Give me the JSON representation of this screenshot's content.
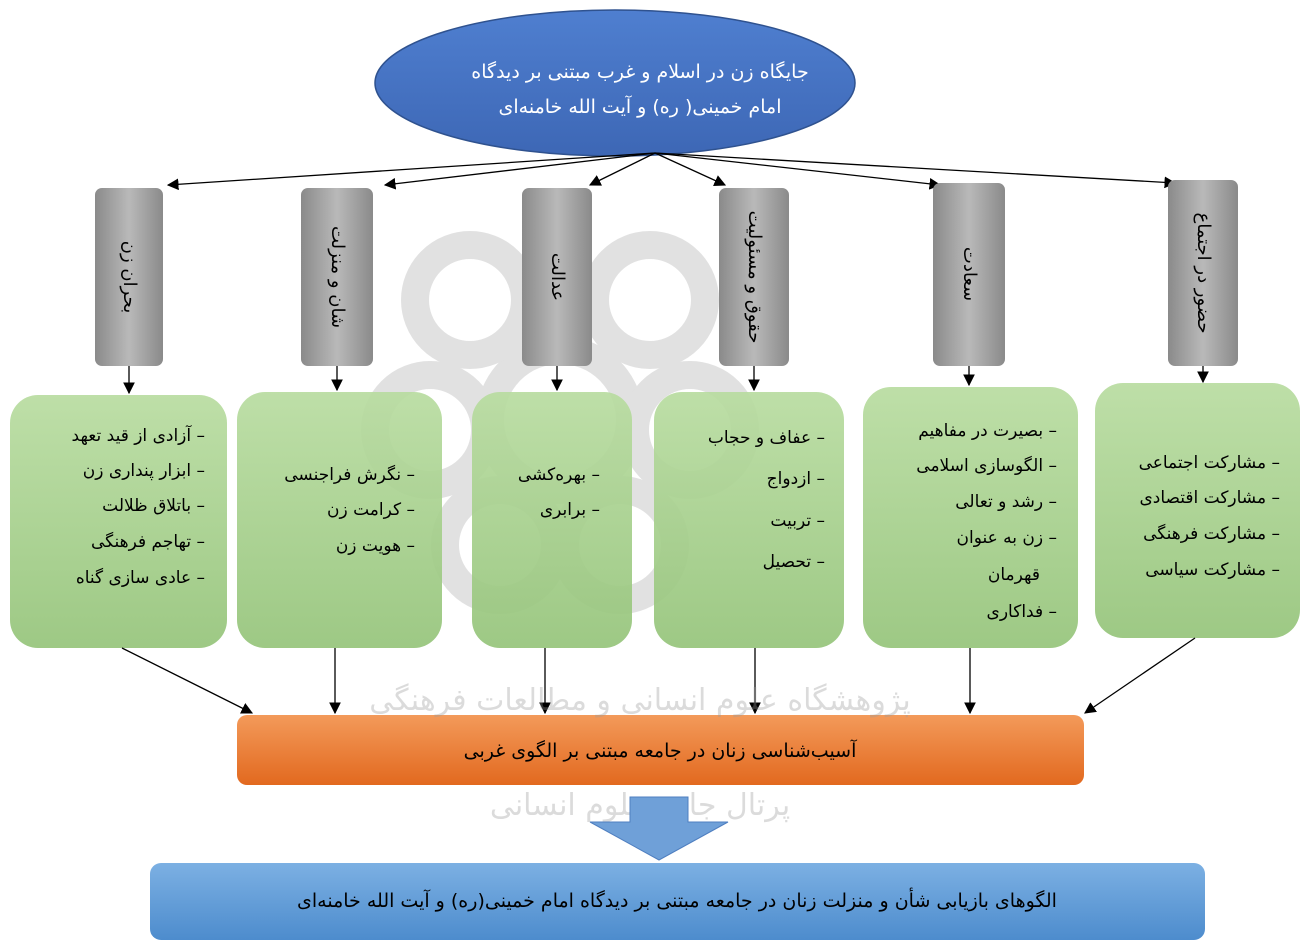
{
  "root": {
    "lines": [
      "جایگاه زن در اسلام و غرب مبتنی بر دیدگاه",
      "امام خمینی( ره) و آیت الله خامنه‌ای"
    ]
  },
  "pillars": [
    {
      "label": "بحران زن",
      "items": [
        "– آزادی از قید تعهد",
        "– ابزار پنداری زن",
        "– باتلاق ظلالت",
        "– تهاجم فرهنگی",
        "– عادی سازی گناه"
      ]
    },
    {
      "label": "شان و منزلت",
      "items": [
        "– نگرش فراجنسی",
        "– کرامت زن",
        "– هویت زن"
      ]
    },
    {
      "label": "عدالت",
      "items": [
        "– بهره‌کشی",
        "– برابری"
      ]
    },
    {
      "label": "حقوق و مسئولیت",
      "items": [
        "– عفاف و حجاب",
        "– ازدواج",
        "– تربیت",
        "– تحصیل"
      ]
    },
    {
      "label": "سعادت",
      "items": [
        "– بصیرت در مفاهیم",
        "– الگوسازی اسلامی",
        "– رشد و تعالی",
        "– زن به عنوان",
        "قهرمان",
        "– فداکاری"
      ]
    },
    {
      "label": "حضور در اجتماع",
      "items": [
        "– مشارکت اجتماعی",
        "– مشارکت اقتصادی",
        "– مشارکت فرهنگی",
        "– مشارکت سیاسی"
      ]
    }
  ],
  "pathology": {
    "label": "آسیب‌شناسی زنان در جامعه مبتنی بر الگوی غربی"
  },
  "result": {
    "label": "الگوهای بازیابی شأن و منزلت زنان در جامعه مبتنی بر دیدگاه امام خمینی(ره) و آیت الله خامنه‌ای"
  },
  "colors": {
    "ellipse": "#4472c4",
    "pillar": "#a6a6a6",
    "box": "#a9d18e",
    "bar": "#ed7d31",
    "result": "#5b9bd5",
    "down_arrow": "#6fa0d8"
  },
  "watermark": {
    "lines": [
      "پژوهشگاه علوم انسانی و مطالعات فرهنگی",
      "پرتال جامع علوم انسانی"
    ]
  }
}
